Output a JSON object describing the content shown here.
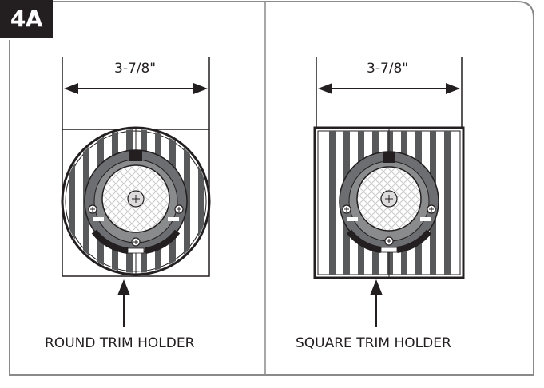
{
  "step": {
    "label": "4A"
  },
  "panels": [
    {
      "dimension": "3-7/8\"",
      "caption": "ROUND TRIM HOLDER",
      "holder": "round"
    },
    {
      "dimension": "3-7/8\"",
      "caption": "SQUARE TRIM HOLDER",
      "holder": "square"
    }
  ],
  "colors": {
    "ink": "#231f20",
    "frame": "#8a8a8a",
    "gray": "#6d6e71",
    "stripe": "#58595b",
    "pale": "#f2f2f2"
  }
}
